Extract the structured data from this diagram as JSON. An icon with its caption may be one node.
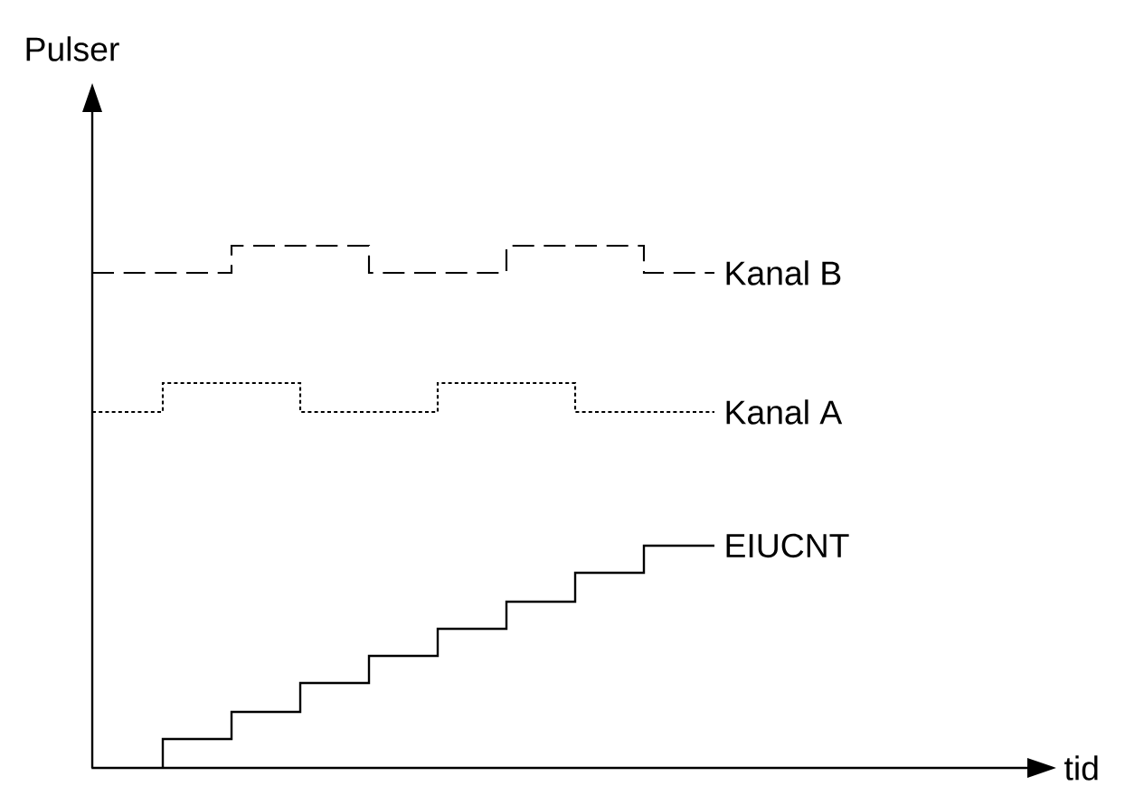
{
  "diagram": {
    "labels": [
      "Pulser",
      "Kanal B",
      "Kanal A",
      "EIUCNT",
      "tid"
    ]
  }
}
